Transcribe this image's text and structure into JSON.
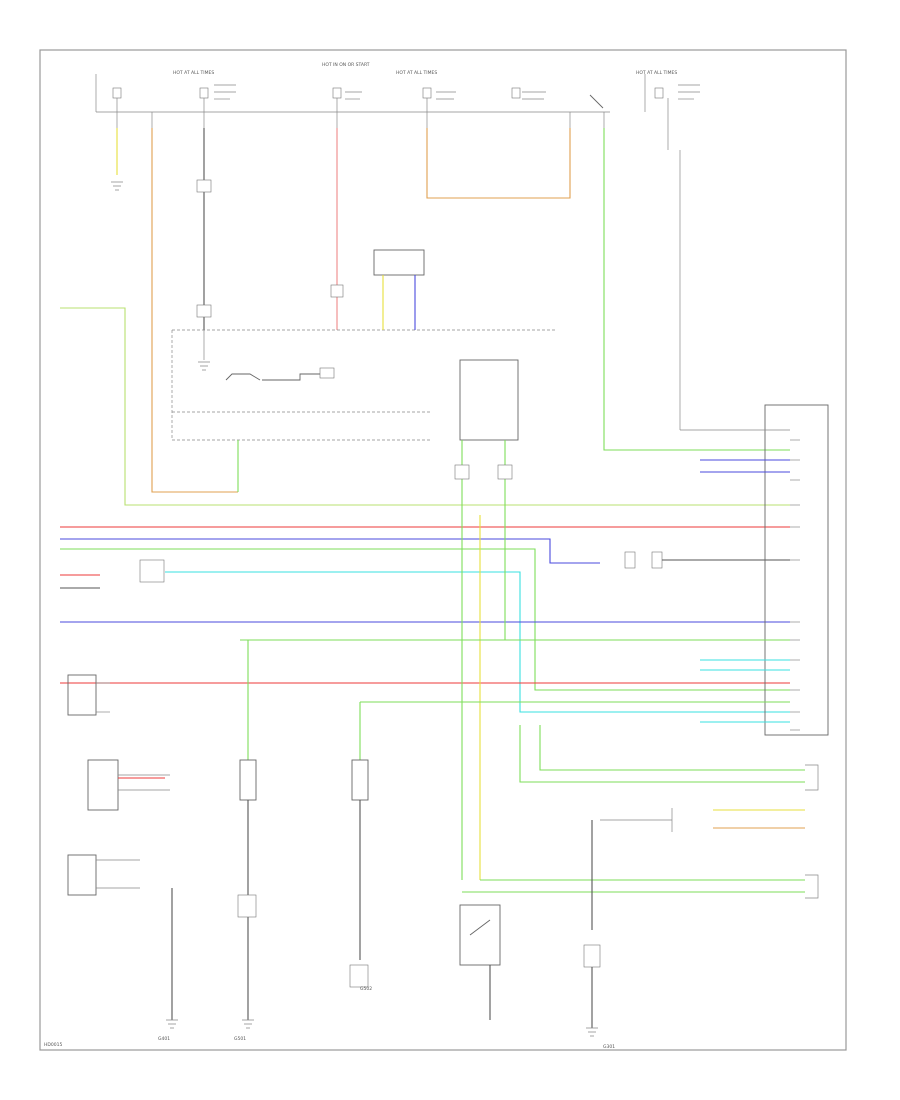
{
  "diagram": {
    "page_id": "HD0015",
    "colors": {
      "green": "#7dde5a",
      "yellow": "#e7df3c",
      "orange": "#e0a050",
      "red": "#ee3a3a",
      "blue": "#4a4ade",
      "cyan": "#3ae0e0",
      "black": "#555555"
    },
    "top_labels": {
      "fuse_a": "HOT AT ALL TIMES",
      "fuse_b": "HOT IN ON OR START",
      "fuse_c": "HOT AT ALL TIMES",
      "fuse_d": "HOT AT ALL TIMES"
    },
    "grounds": {
      "g1": "G401",
      "g2": "G501",
      "g3": "G502",
      "g4": "G301"
    }
  }
}
